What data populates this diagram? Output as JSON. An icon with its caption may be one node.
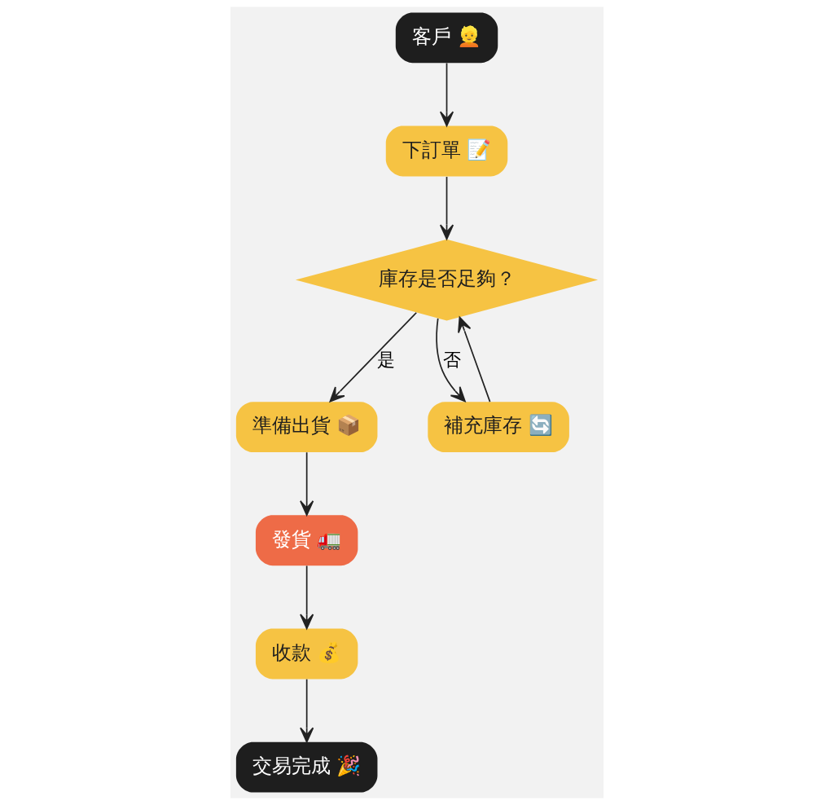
{
  "diagram": {
    "nodes": [
      {
        "text": [
          "客戶 👱"
        ]
      },
      {
        "text": [
          "下訂單 📝"
        ]
      },
      {
        "text": [
          "庫存是否足夠？"
        ]
      },
      {
        "text": [
          "準備出貨 📦"
        ]
      },
      {
        "text": [
          "補充庫存 🔄"
        ]
      },
      {
        "text": [
          "發貨 🚛"
        ]
      },
      {
        "text": [
          "收款 💰"
        ]
      },
      {
        "text": [
          "交易完成 🎉"
        ]
      }
    ],
    "edges": [
      {
        "from": 0,
        "to": 1,
        "arrow": "to"
      },
      {
        "from": 1,
        "to": 2,
        "arrow": "to"
      },
      {
        "from": 2,
        "to": 3,
        "arrow": "to",
        "label": "是"
      },
      {
        "from": 2,
        "to": 4,
        "arrow": "to",
        "label": "否"
      },
      {
        "from": 4,
        "to": 2,
        "arrow": "to"
      },
      {
        "from": 3,
        "to": 5,
        "arrow": "to"
      },
      {
        "from": 5,
        "to": 6,
        "arrow": "to"
      },
      {
        "from": 6,
        "to": 7,
        "arrow": "to"
      }
    ]
  }
}
